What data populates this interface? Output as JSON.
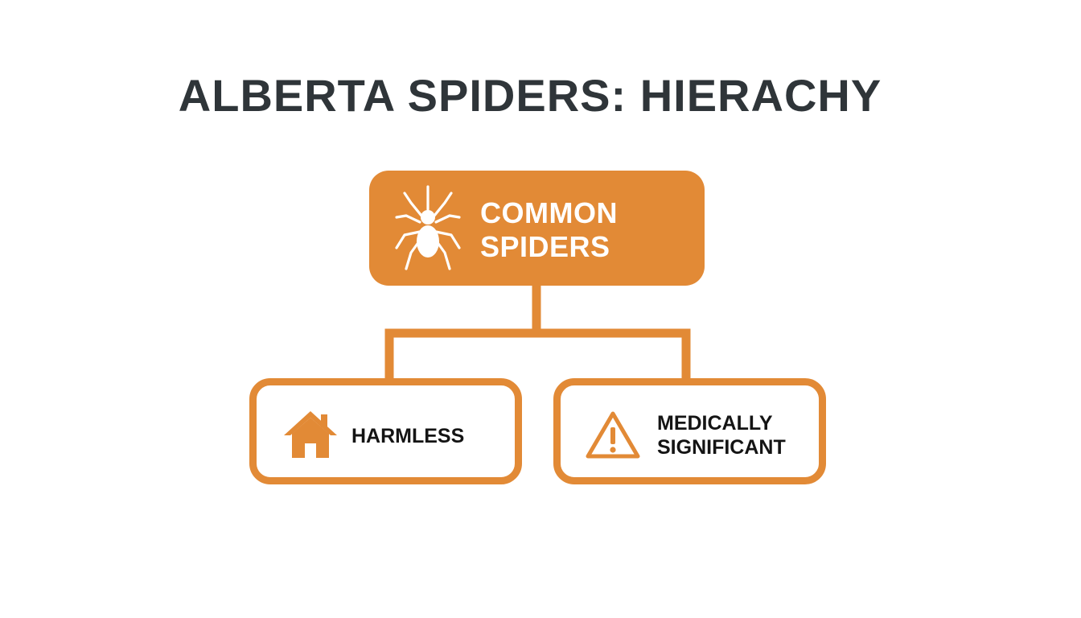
{
  "title": "ALBERTA SPIDERS: HIERACHY",
  "root": {
    "label_line1": "COMMON",
    "label_line2": "SPIDERS",
    "icon": "spider-icon"
  },
  "children": [
    {
      "label_line1": "HARMLESS",
      "icon": "house-icon"
    },
    {
      "label_line1": "MEDICALLY",
      "label_line2": "SIGNIFICANT",
      "icon": "warning-triangle-icon"
    }
  ],
  "colors": {
    "accent": "#e28a36",
    "title": "#2f3539",
    "child_text": "#141414",
    "background": "#ffffff"
  }
}
